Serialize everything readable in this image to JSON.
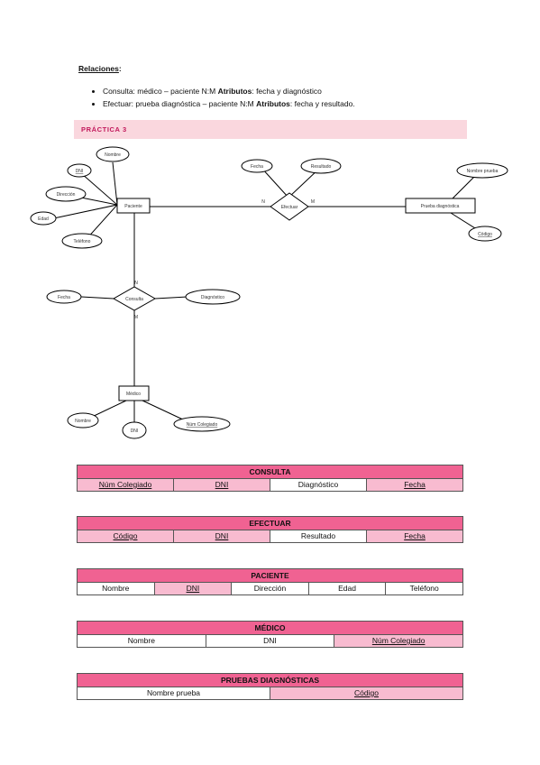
{
  "relations": {
    "heading": "Relaciones",
    "heading_suffix": ":",
    "items": [
      {
        "text": "Consulta: médico – paciente N:M ",
        "bold": "Atributos",
        "rest": ": fecha y diagnóstico"
      },
      {
        "text": "Efectuar: prueba diagnóstica – paciente N:M ",
        "bold": "Atributos",
        "rest": ": fecha y resultado."
      }
    ]
  },
  "practica": "PRÁCTICA 3",
  "er_diagram": {
    "entities": [
      "Paciente",
      "Prueba diagnóstica",
      "Médico"
    ],
    "relationships": [
      "Efectuar",
      "Consulta"
    ],
    "attributes": [
      "Nombre",
      "DNI",
      "Dirección",
      "Edad",
      "Teléfono",
      "Fecha",
      "Resultado",
      "Nombre prueba",
      "Código",
      "Fecha",
      "Diagnóstico",
      "Nombre",
      "DNI",
      "Núm Colegiado"
    ],
    "cardinalities": [
      "N",
      "M",
      "N",
      "M"
    ]
  },
  "tables": [
    {
      "title": "CONSULTA",
      "cells": [
        {
          "label": "Núm Colegiado",
          "key": true
        },
        {
          "label": "DNI",
          "key": true
        },
        {
          "label": "Diagnóstico",
          "key": false
        },
        {
          "label": "Fecha",
          "key": true
        }
      ]
    },
    {
      "title": "EFECTUAR",
      "cells": [
        {
          "label": "Código",
          "key": true
        },
        {
          "label": "DNI",
          "key": true
        },
        {
          "label": "Resultado",
          "key": false
        },
        {
          "label": "Fecha",
          "key": true
        }
      ]
    },
    {
      "title": "PACIENTE",
      "cells": [
        {
          "label": "Nombre",
          "key": false
        },
        {
          "label": "DNI",
          "key": true
        },
        {
          "label": "Dirección",
          "key": false
        },
        {
          "label": "Edad",
          "key": false
        },
        {
          "label": "Teléfono",
          "key": false
        }
      ]
    },
    {
      "title": "MÉDICO",
      "cells": [
        {
          "label": "Nombre",
          "key": false
        },
        {
          "label": "DNI",
          "key": false
        },
        {
          "label": "Núm Colegiado",
          "key": true
        }
      ]
    },
    {
      "title": "PRUEBAS DIAGNÓSTICAS",
      "cells": [
        {
          "label": "Nombre prueba",
          "key": false
        },
        {
          "label": "Código",
          "key": true
        }
      ]
    }
  ]
}
